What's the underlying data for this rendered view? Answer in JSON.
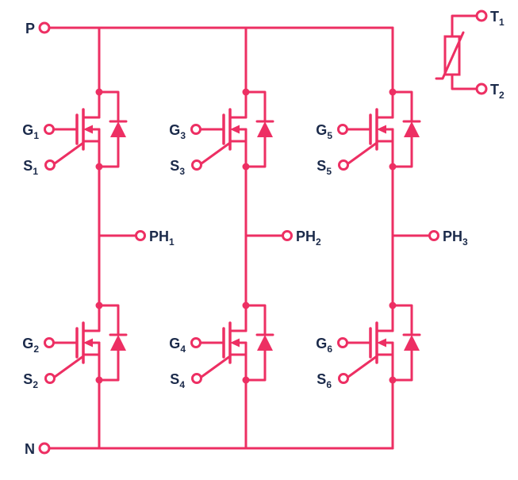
{
  "colors": {
    "wire": "#ED2F63",
    "label": "#1B2A4A",
    "background": "#FFFFFF"
  },
  "rails": {
    "positive": "P",
    "negative": "N"
  },
  "thermistor": {
    "t1": {
      "base": "T",
      "sub": "1"
    },
    "t2": {
      "base": "T",
      "sub": "2"
    }
  },
  "phases": [
    {
      "base": "PH",
      "sub": "1"
    },
    {
      "base": "PH",
      "sub": "2"
    },
    {
      "base": "PH",
      "sub": "3"
    }
  ],
  "transistors": [
    {
      "gate": {
        "base": "G",
        "sub": "1"
      },
      "source": {
        "base": "S",
        "sub": "1"
      }
    },
    {
      "gate": {
        "base": "G",
        "sub": "3"
      },
      "source": {
        "base": "S",
        "sub": "3"
      }
    },
    {
      "gate": {
        "base": "G",
        "sub": "5"
      },
      "source": {
        "base": "S",
        "sub": "5"
      }
    },
    {
      "gate": {
        "base": "G",
        "sub": "2"
      },
      "source": {
        "base": "S",
        "sub": "2"
      }
    },
    {
      "gate": {
        "base": "G",
        "sub": "4"
      },
      "source": {
        "base": "S",
        "sub": "4"
      }
    },
    {
      "gate": {
        "base": "G",
        "sub": "6"
      },
      "source": {
        "base": "S",
        "sub": "6"
      }
    }
  ]
}
